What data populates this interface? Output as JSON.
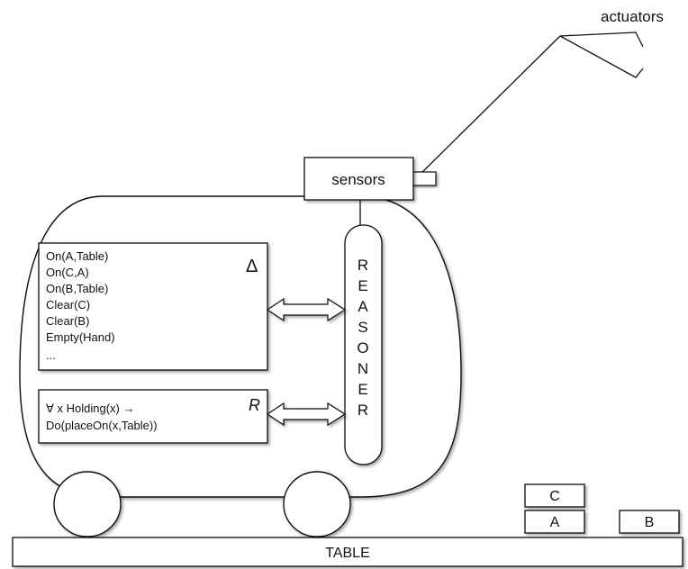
{
  "actuators_label": "actuators",
  "sensors_label": "sensors",
  "reasoner_letters": [
    "R",
    "E",
    "A",
    "S",
    "O",
    "N",
    "E",
    "R"
  ],
  "delta_box": {
    "symbol": "Δ",
    "facts": [
      "On(A,Table)",
      "On(C,A)",
      "On(B,Table)",
      "Clear(C)",
      "Clear(B)",
      "Empty(Hand)",
      "..."
    ]
  },
  "rules_box": {
    "symbol": "R",
    "lines": [
      "∀ x Holding(x) →",
      "Do(placeOn(x,Table))"
    ]
  },
  "blocks": {
    "c": "C",
    "a": "A",
    "b": "B"
  },
  "table_label": "TABLE"
}
